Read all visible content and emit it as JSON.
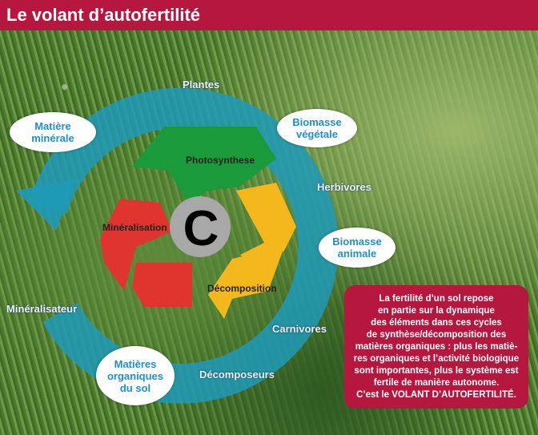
{
  "title": "Le volant d’autofertilité",
  "bubbles": {
    "matiere_minerale": [
      "Matière",
      "minérale"
    ],
    "biomasse_vegetale": [
      "Biomasse",
      "végétale"
    ],
    "biomasse_animale": [
      "Biomasse",
      "animale"
    ],
    "matieres_organiques": [
      "Matières",
      "organiques",
      "du sol"
    ]
  },
  "ring_labels": {
    "plantes": "Plantes",
    "herbivores": "Herbivores",
    "carnivores": "Carnivores",
    "decomposeurs": "Décomposeurs",
    "mineralisateur": "Minéralisateur"
  },
  "cycle": {
    "center": "C",
    "photosynthese": "Photosynthese",
    "decomposition": "Décomposition",
    "mineralisation": "Minéralisation"
  },
  "textbox_lines": [
    "La fertilité d’un sol repose",
    "en partie sur la dynamique",
    "des éléments dans ces cycles",
    "de synthèse/décomposition des",
    "matières organiques : plus les matiè-",
    "res organiques et l’activité biologique",
    "sont importantes, plus le système est",
    "fertile de manière autonome.",
    "C’est le VOLANT D’AUTOFERTILITÉ."
  ],
  "colors": {
    "header": "#b5173f",
    "ring": "#1e9ab8",
    "green": "#1a9a3a",
    "yellow": "#f4b81c",
    "red": "#e0352e"
  }
}
